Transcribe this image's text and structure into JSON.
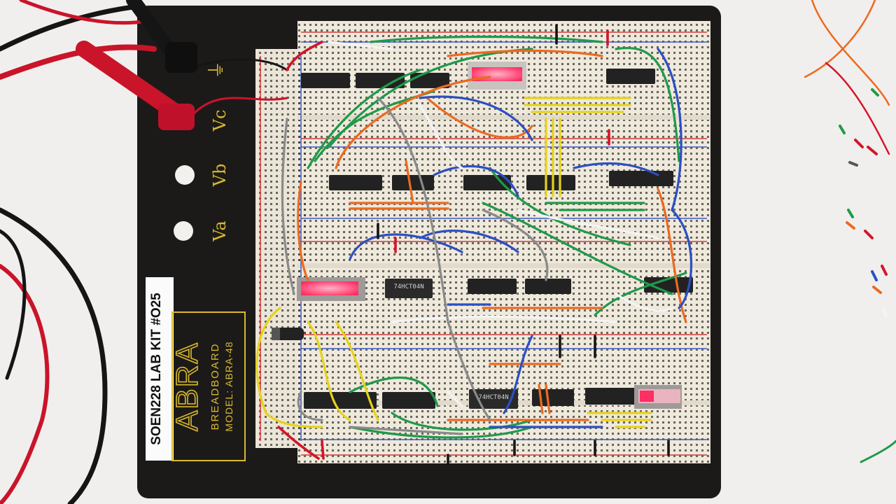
{
  "kit_label": "SOEN228 LAB KIT #O25",
  "brand": {
    "logo": "ABRA",
    "line1": "BREADBOARD",
    "line2": "MODEL: ABRA-48"
  },
  "terminals": {
    "ground_symbol": "⏚",
    "vc": "Vc",
    "vb": "Vb",
    "va": "Va"
  },
  "chips": {
    "chip_a": "74HCT04N",
    "chip_b": "74HCT04N"
  },
  "colors": {
    "board": "#1c1a19",
    "breadboard": "#efe9dc",
    "terminal_label": "#d9b92e",
    "led_on": "#ff3b6e",
    "wire_red": "#d4152a",
    "wire_green": "#1f9a4a",
    "wire_orange": "#ec6a1f",
    "wire_yellow": "#e6d21b",
    "wire_blue": "#2c4fc2",
    "wire_white": "#f4f4f4",
    "wire_gray": "#8a8a8a",
    "wire_black": "#151515"
  }
}
